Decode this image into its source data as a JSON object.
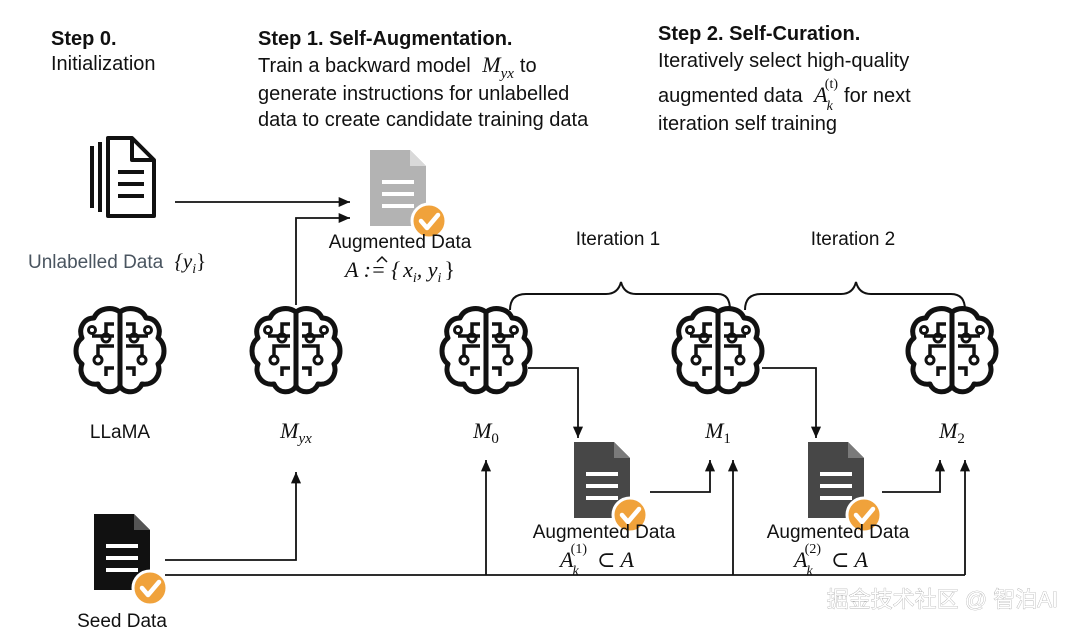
{
  "steps": {
    "step0": {
      "title": "Step 0.",
      "lines": [
        "Initialization"
      ]
    },
    "step1": {
      "title": "Step 1. Self-Augmentation.",
      "line1": "Train a backward model",
      "model": "M",
      "model_sub": "yx",
      "line1_end": "to",
      "line2": "generate instructions for unlabelled",
      "line3": "data to create candidate training data"
    },
    "step2": {
      "title": "Step 2. Self-Curation.",
      "line1": "Iteratively select high-quality",
      "line2": "augmented data",
      "sym": "A",
      "sym_sub": "k",
      "sym_sup": "(t)",
      "line2_end": "for next",
      "line3": "iteration self training"
    }
  },
  "unlabelled": {
    "label": "Unlabelled Data",
    "set": "{y",
    "set_sub": "i",
    "set_end": "}"
  },
  "augmented_top": {
    "label": "Augmented Data",
    "formula_a": "A := {",
    "formula_x": "x",
    "formula_x_sub": "i",
    "formula_y": ", y",
    "formula_y_sub": "i",
    "formula_end": "}"
  },
  "iterations": [
    "Iteration 1",
    "Iteration 2"
  ],
  "models": {
    "llama": "LLaMA",
    "myx": {
      "base": "M",
      "sub": "yx"
    },
    "m0": {
      "base": "M",
      "sub": "0"
    },
    "m1": {
      "base": "M",
      "sub": "1"
    },
    "m2": {
      "base": "M",
      "sub": "2"
    }
  },
  "aug1": {
    "label": "Augmented Data",
    "base": "A",
    "sub": "k",
    "sup": "(1)",
    "rel": "⊂ A"
  },
  "aug2": {
    "label": "Augmented Data",
    "base": "A",
    "sub": "k",
    "sup": "(2)",
    "rel": "⊂ A"
  },
  "seed": {
    "label": "Seed Data"
  },
  "watermark": "掘金技术社区 @ 智泊AI",
  "colors": {
    "check": "#f0a23b",
    "doc_light": "#b3b3b3",
    "doc_dark": "#474747",
    "doc_black": "#111111",
    "line": "#111111",
    "brain": "#111111"
  },
  "icons": [
    "document-stack-icon",
    "brain-icon",
    "document-icon",
    "checkmark-badge-icon"
  ]
}
